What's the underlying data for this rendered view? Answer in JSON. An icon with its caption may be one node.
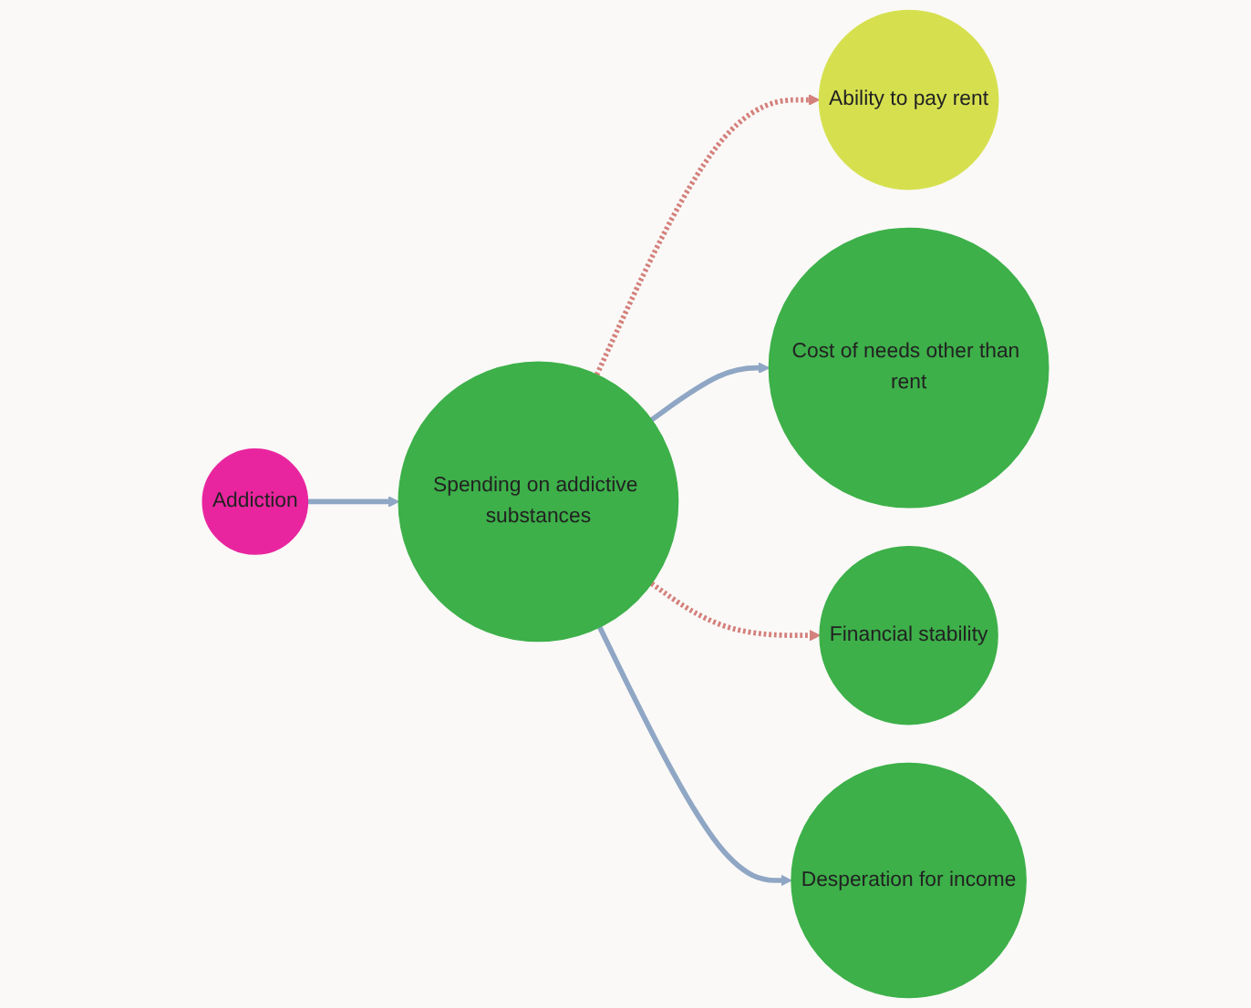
{
  "diagram": {
    "nodes": [
      {
        "text": [
          "Addiction"
        ]
      },
      {
        "text": [
          "Spending on addictive substances"
        ]
      },
      {
        "text": [
          "Ability to pay rent"
        ]
      },
      {
        "text": [
          "Cost of needs other than rent"
        ]
      },
      {
        "text": [
          "Financial stability"
        ]
      },
      {
        "text": [
          "Desperation for income"
        ]
      }
    ],
    "edges": [
      {
        "from": 0,
        "to": 1,
        "arrow": "to"
      },
      {
        "from": 1,
        "to": 2,
        "arrow": "to",
        "style": "dashed",
        "color": "#d4807c"
      },
      {
        "from": 1,
        "to": 3,
        "arrow": "to"
      },
      {
        "from": 1,
        "to": 4,
        "arrow": "to",
        "style": "dashed",
        "color": "#d4807c"
      },
      {
        "from": 1,
        "to": 5,
        "arrow": "to"
      }
    ]
  }
}
